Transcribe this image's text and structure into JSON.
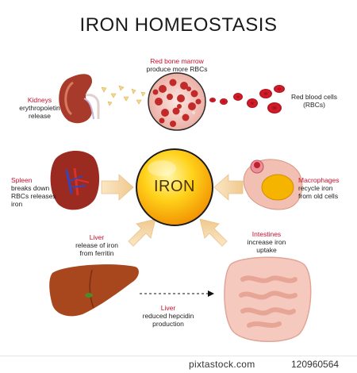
{
  "title": "IRON HOMEOSTASIS",
  "center_label": "IRON",
  "bone_marrow": {
    "heading": "Red bone marrow",
    "text": "produce more RBCs"
  },
  "kidneys": {
    "heading": "Kidneys",
    "line1": "erythropoietin",
    "line2": "release"
  },
  "rbc": {
    "line1": "Red blood cells",
    "line2": "(RBCs)"
  },
  "spleen": {
    "heading": "Spleen",
    "line1": "breaks down",
    "line2": "RBCs releases",
    "line3": "iron"
  },
  "macrophages": {
    "heading": "Macrophages",
    "line1": "recycle iron",
    "line2": "from old cells"
  },
  "liver_ferritin": {
    "heading": "Liver",
    "line1": "release of iron",
    "line2": "from ferritin"
  },
  "intestines": {
    "heading": "Intestines",
    "line1": "increase iron",
    "line2": "uptake"
  },
  "liver_hepcidin": {
    "heading": "Liver",
    "line1": "reduced hepcidin",
    "line2": "production"
  },
  "footer": {
    "brand": "pixtastock.com",
    "image_id": "120960564"
  },
  "colors": {
    "heading_red": "#c8102e",
    "iron_orange": "#f5a000",
    "arrow_tan": "#f1d2a4"
  }
}
